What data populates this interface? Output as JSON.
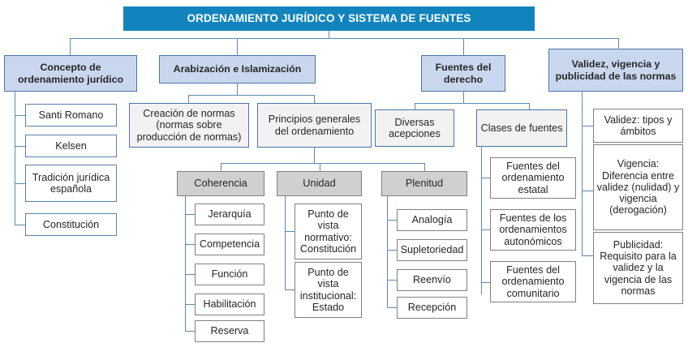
{
  "diagram": {
    "title": "ORDENAMIENTO JURÍDICO Y SISTEMA DE FUENTES",
    "colors": {
      "title_fill": "#1184bd",
      "title_text": "#ffffff",
      "level2_fill": "#c9d7ee",
      "level3_fill": "#f2f2f2",
      "gray_fill": "#d0d0d0",
      "leaf_fill": "#ffffff",
      "connector": "#5b8ab8",
      "border_blue": "#4a74a8",
      "border_gray": "#7f7f7f",
      "text": "#262626"
    },
    "branches": {
      "concepto": {
        "label": "Concepto de ordenamiento jurídico",
        "children": [
          "Santi Romano",
          "Kelsen",
          "Tradición jurídica española",
          "Constitución"
        ]
      },
      "arabizacion": {
        "label": "Arabización e Islamización",
        "children": [
          "Creación de normas (normas sobre producción de normas)",
          "Principios generales del ordenamiento"
        ],
        "principios_children": [
          {
            "label": "Coherencia",
            "items": [
              "Jerarquía",
              "Competencia",
              "Función",
              "Habilitación",
              "Reserva"
            ]
          },
          {
            "label": "Unidad",
            "items": [
              "Punto de vista normativo: Constitución",
              "Punto de vista institucional: Estado"
            ]
          },
          {
            "label": "Plenitud",
            "items": [
              "Analogía",
              "Supletoriedad",
              "Reenvío",
              "Recepción"
            ]
          }
        ]
      },
      "fuentes": {
        "label": "Fuentes del derecho",
        "children": [
          "Diversas acepciones",
          "Clases de fuentes"
        ],
        "clases_children": [
          "Fuentes del ordenamiento estatal",
          "Fuentes de los ordenamientos autonómicos",
          "Fuentes del ordenamiento comunitario"
        ]
      },
      "validez": {
        "label": "Validez, vigencia y publicidad de las normas",
        "children": [
          "Validez: tipos y ámbitos",
          "Vigencia: Diferencia entre validez (nulidad) y vigencia (derogación)",
          "Publicidad: Requisito  para la validez y la vigencia de las normas"
        ]
      }
    }
  }
}
